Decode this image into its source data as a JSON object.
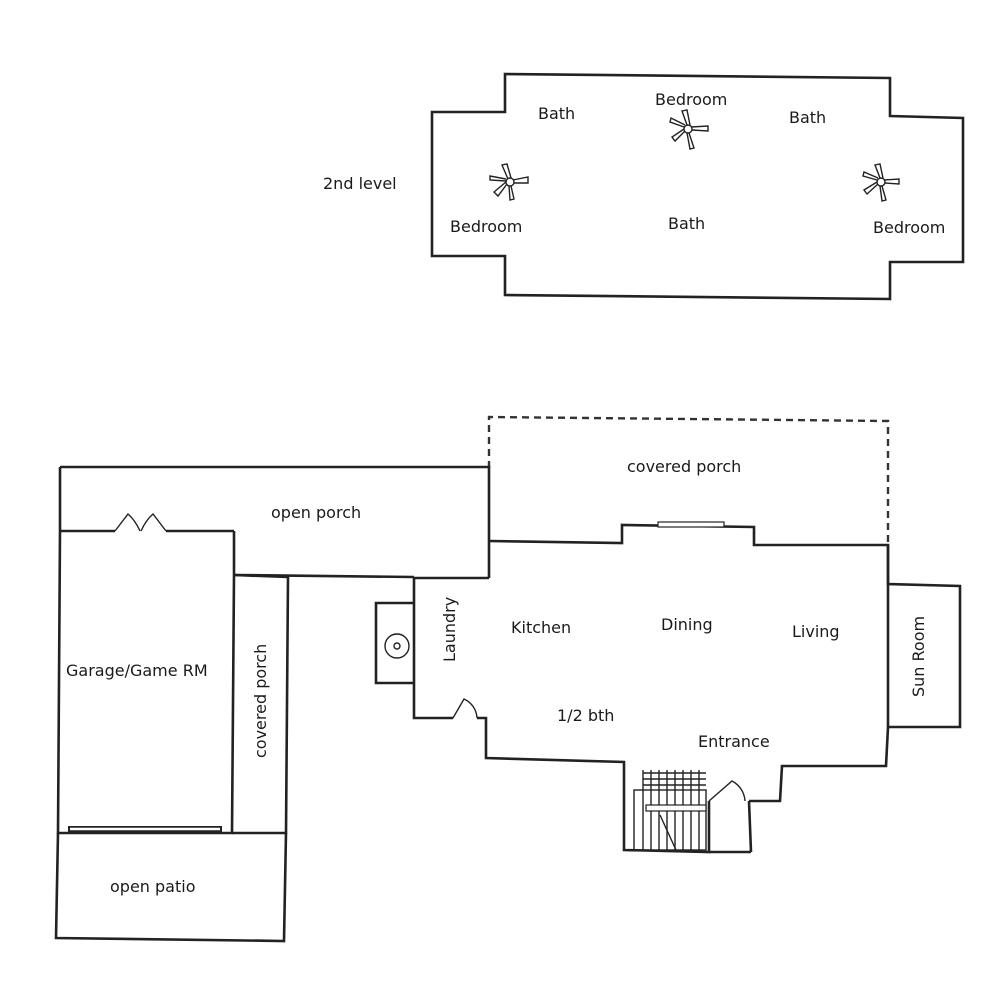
{
  "upper": {
    "level_label": "2nd level",
    "rooms": {
      "bath_left": "Bath",
      "bedroom_top": "Bedroom",
      "bath_right": "Bath",
      "bedroom_left": "Bedroom",
      "bath_center": "Bath",
      "bedroom_right": "Bedroom"
    }
  },
  "main": {
    "rooms": {
      "covered_porch_top": "covered porch",
      "open_porch": "open porch",
      "garage": "Garage/Game RM",
      "covered_porch_side": "covered porch",
      "open_patio": "open patio",
      "laundry": "Laundry",
      "kitchen": "Kitchen",
      "dining": "Dining",
      "living": "Living",
      "sun_room": "Sun Room",
      "half_bath": "1/2 bth",
      "entrance": "Entrance"
    }
  }
}
